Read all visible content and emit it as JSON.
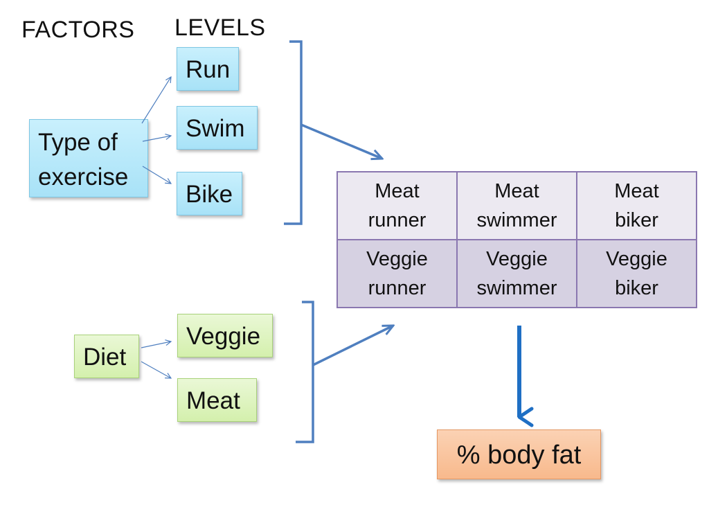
{
  "headings": {
    "factors": "FACTORS",
    "levels": "LEVELS"
  },
  "factors": {
    "exercise": {
      "line1": "Type of",
      "line2": "exercise",
      "levels": [
        "Run",
        "Swim",
        "Bike"
      ]
    },
    "diet": {
      "label": "Diet",
      "levels": [
        "Veggie",
        "Meat"
      ]
    }
  },
  "grid": {
    "rows": [
      [
        {
          "line1": "Meat",
          "line2": "runner"
        },
        {
          "line1": "Meat",
          "line2": "swimmer"
        },
        {
          "line1": "Meat",
          "line2": "biker"
        }
      ],
      [
        {
          "line1": "Veggie",
          "line2": "runner"
        },
        {
          "line1": "Veggie",
          "line2": "swimmer"
        },
        {
          "line1": "Veggie",
          "line2": "biker"
        }
      ]
    ]
  },
  "outcome": {
    "label": "% body fat"
  },
  "colors": {
    "factor_blue": "#a8e2f7",
    "factor_green": "#d4f0ad",
    "outcome_orange": "#f8b98c",
    "grid_light": "#ece9f1",
    "grid_dark": "#d6d1e2",
    "bracket": "#4f7fbf",
    "arrow": "#1f6fc4"
  }
}
